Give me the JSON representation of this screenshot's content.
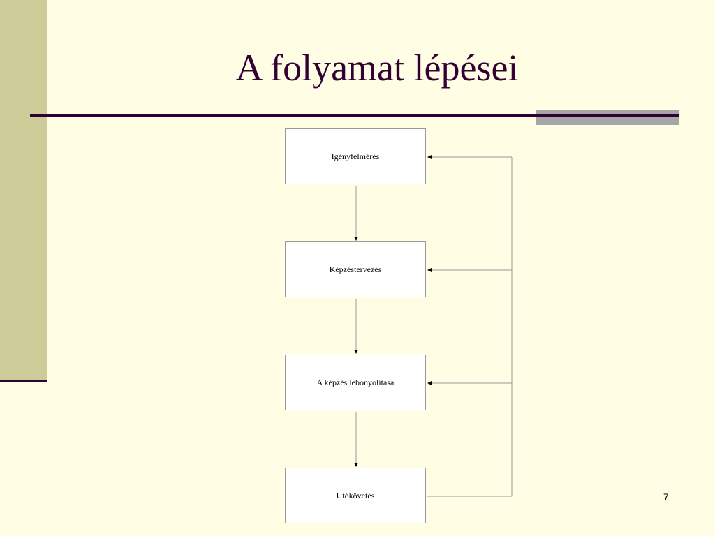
{
  "slide": {
    "title": "A folyamat lépései",
    "page_number": "7"
  },
  "diagram": {
    "steps": [
      {
        "label": "Igényfelmérés"
      },
      {
        "label": "Képzéstervezés"
      },
      {
        "label": "A képzés lebonyolítása"
      },
      {
        "label": "Utókövetés"
      }
    ],
    "colors": {
      "background": "#FFFDE3",
      "accent": "#330033",
      "sidebar": "#CCCC99",
      "box_border": "#9A9A9A",
      "connector": "#999999"
    }
  }
}
